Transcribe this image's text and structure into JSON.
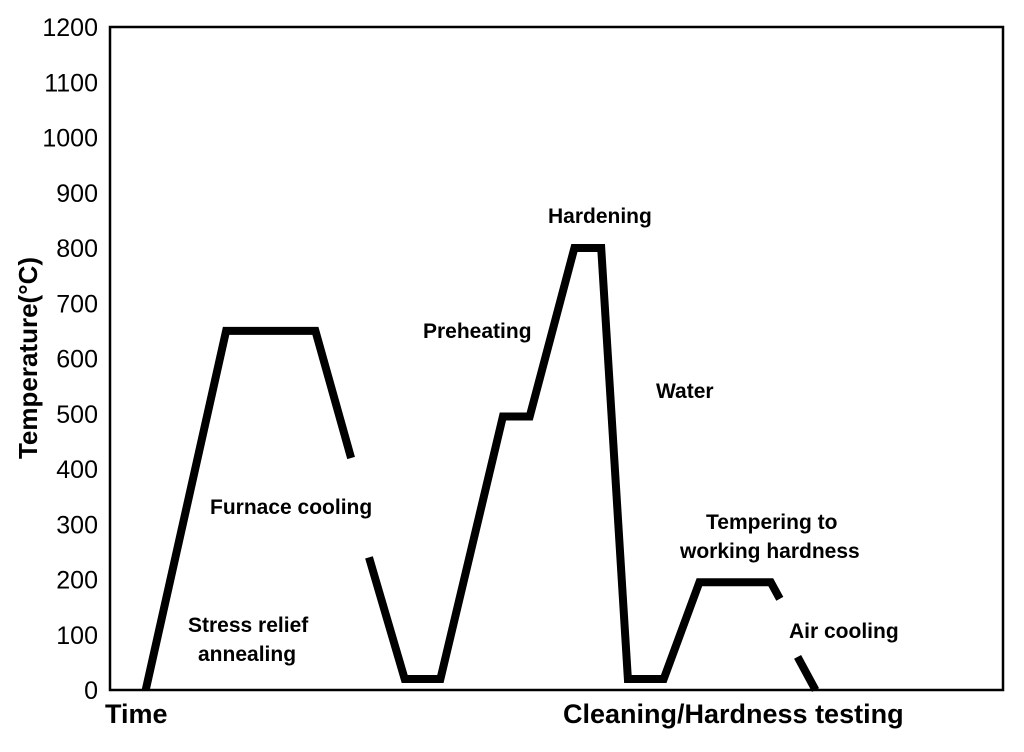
{
  "chart_data": {
    "type": "line",
    "title": "",
    "ylabel": "Temperature(°C)",
    "xlabel_left": "Time",
    "xlabel_right": "Cleaning/Hardness testing",
    "ylim": [
      0,
      1200
    ],
    "yticks": [
      0,
      100,
      200,
      300,
      400,
      500,
      600,
      700,
      800,
      900,
      1000,
      1100,
      1200
    ],
    "x_numeric": false,
    "grid": false,
    "series": [
      {
        "segments": [
          [
            [
              0.04,
              0
            ],
            [
              0.13,
              650
            ],
            [
              0.23,
              650
            ],
            [
              0.27,
              420
            ]
          ],
          [
            [
              0.29,
              240
            ],
            [
              0.33,
              20
            ],
            [
              0.37,
              20
            ],
            [
              0.44,
              495
            ],
            [
              0.47,
              495
            ],
            [
              0.52,
              800
            ],
            [
              0.55,
              800
            ],
            [
              0.58,
              20
            ],
            [
              0.62,
              20
            ],
            [
              0.66,
              195
            ],
            [
              0.74,
              195
            ],
            [
              0.75,
              165
            ]
          ],
          [
            [
              0.77,
              60
            ],
            [
              0.79,
              0
            ]
          ]
        ]
      }
    ],
    "annotations": [
      {
        "id": "hardening",
        "text": "Hardening"
      },
      {
        "id": "preheating",
        "text": "Preheating"
      },
      {
        "id": "water",
        "text": "Water"
      },
      {
        "id": "furnace",
        "text": "Furnace cooling"
      },
      {
        "id": "tempering1",
        "text": "Tempering to"
      },
      {
        "id": "tempering2",
        "text": "working hardness"
      },
      {
        "id": "stress1",
        "text": "Stress relief"
      },
      {
        "id": "stress2",
        "text": "annealing"
      },
      {
        "id": "air",
        "text": "Air cooling"
      }
    ]
  }
}
